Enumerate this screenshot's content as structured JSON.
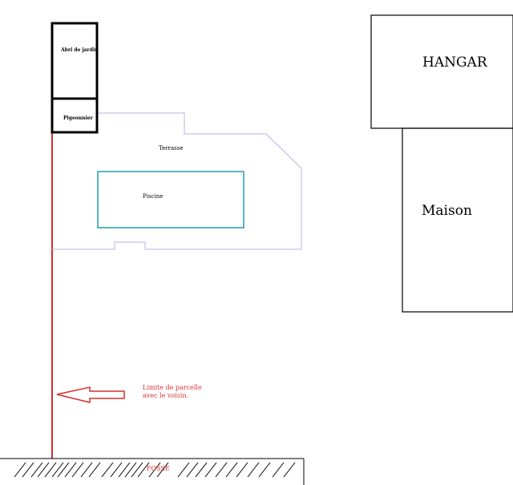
{
  "diagram": {
    "labels": {
      "abri": "Abri de jardin",
      "pigeonnier": "Pigeonnier",
      "terrasse": "Terrasse",
      "piscine": "Piscine",
      "limite_line1": "Limite de parcelle",
      "limite_line2": "avec le voisin.",
      "fosse": "FOSSE",
      "hangar": "HANGAR",
      "maison": "Maison"
    },
    "colors": {
      "outline": "#000000",
      "property_line": "#d62f2f",
      "terrace": "#b4b4e6",
      "pool": "#1f9fb0",
      "text_red": "#d62f2f"
    }
  }
}
